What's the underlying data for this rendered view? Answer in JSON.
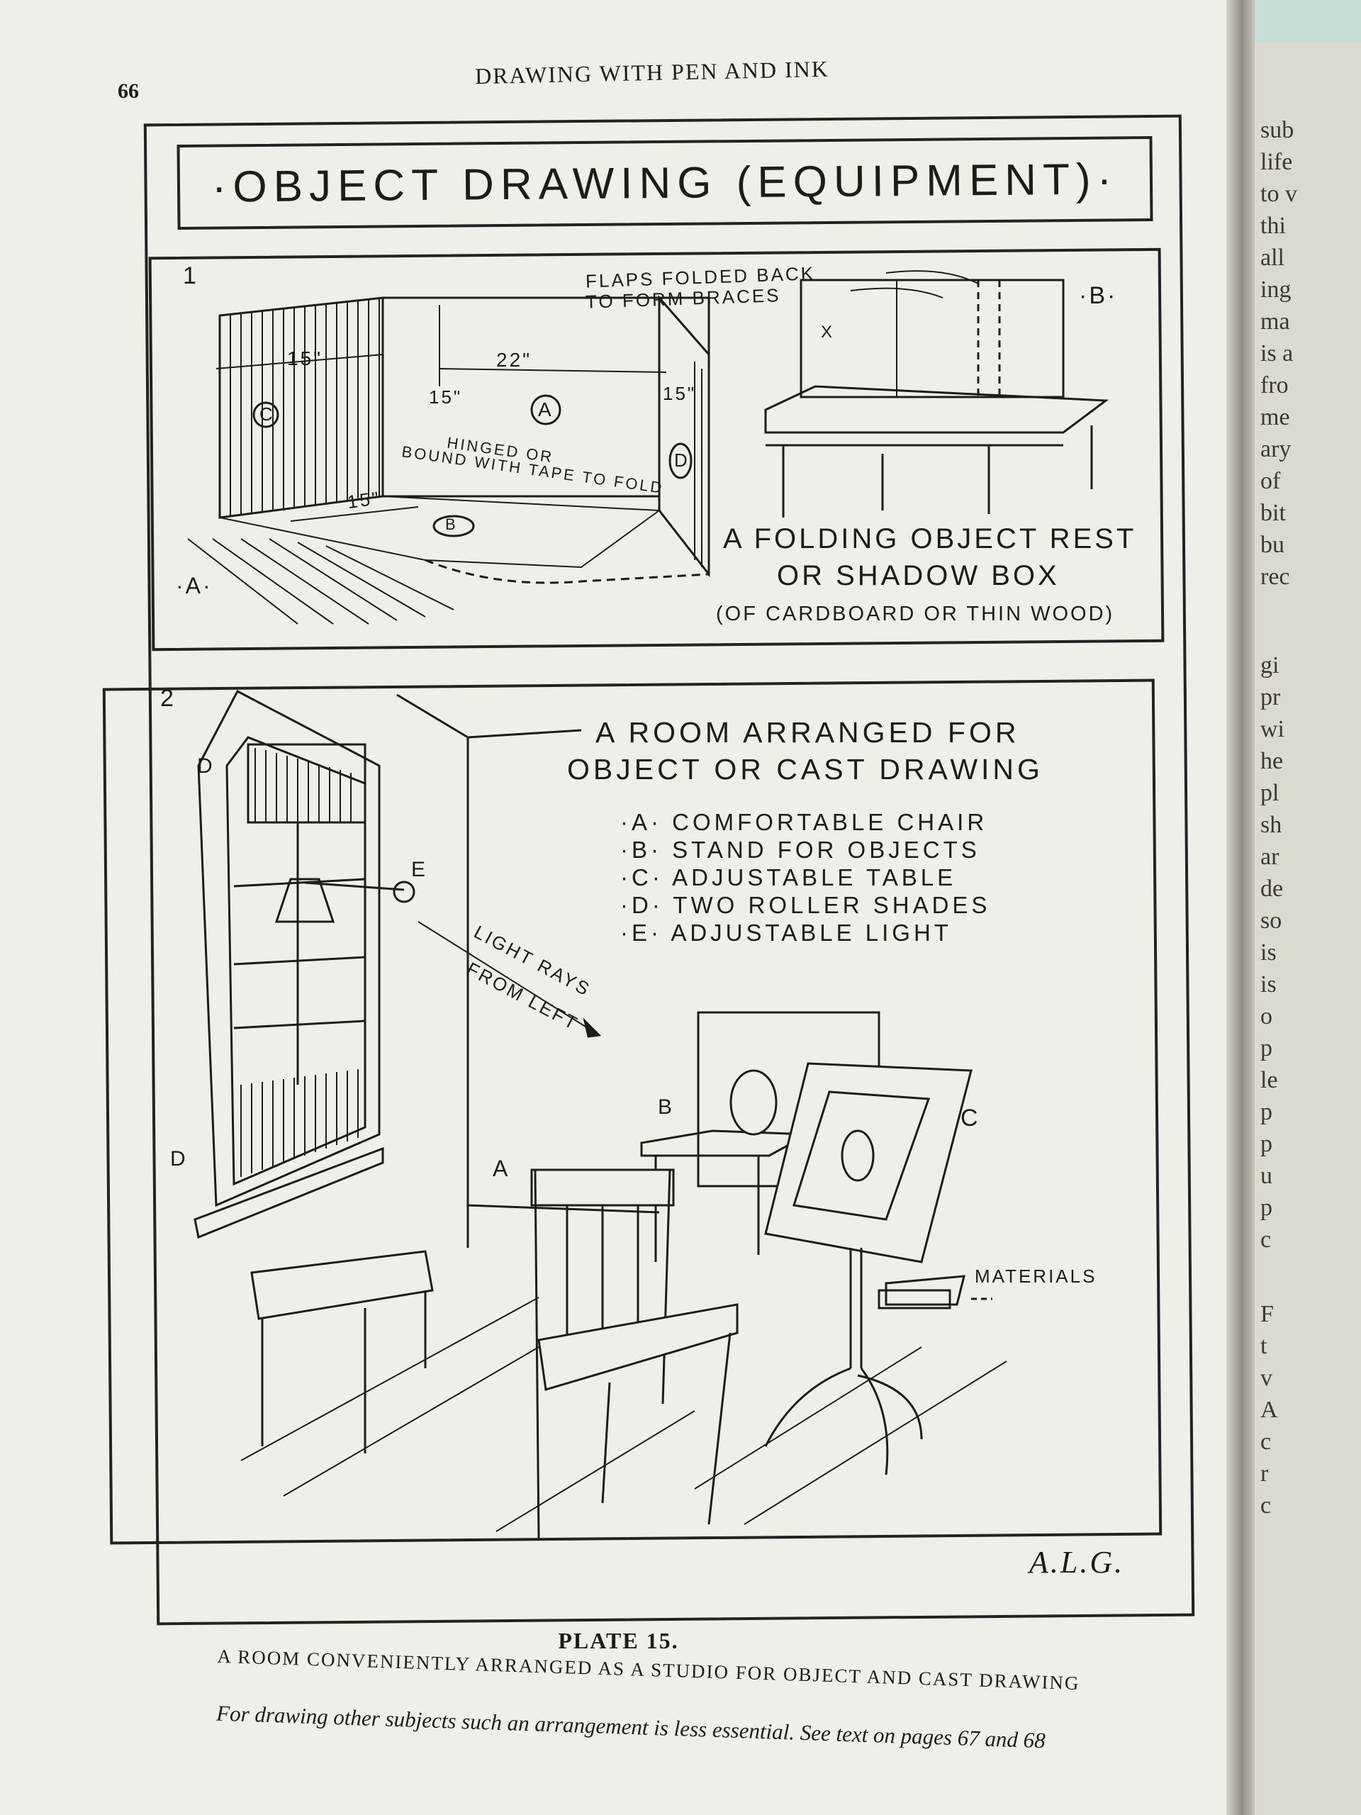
{
  "page": {
    "number": "66",
    "running_head": "DRAWING WITH PEN AND INK"
  },
  "plate": {
    "title": "·OBJECT DRAWING (EQUIPMENT)·",
    "panel1": {
      "number": "1",
      "labels": {
        "flaps": "FLAPS FOLDED BACK",
        "braces": "TO FORM BRACES",
        "b": "·B·",
        "x": "X",
        "dim_15a": "15\"",
        "dim_22": "22\"",
        "dim_15b": "15\"",
        "dim_15c": "15\"",
        "dim_15d": "15\"",
        "c": "C",
        "a": "A",
        "d": "D",
        "hinged1": "HINGED OR",
        "hinged2": "BOUND WITH TAPE TO FOLD",
        "b_floor": "B",
        "a_side": "·A·"
      },
      "caption_line1": "A FOLDING OBJECT REST",
      "caption_line2": "OR SHADOW BOX",
      "caption_line3": "(OF CARDBOARD OR THIN WOOD)"
    },
    "panel2": {
      "number": "2",
      "heading_line1": "A ROOM ARRANGED FOR",
      "heading_line2": "OBJECT OR CAST DRAWING",
      "legend": [
        "·A· COMFORTABLE CHAIR",
        "·B· STAND FOR OBJECTS",
        "·C· ADJUSTABLE TABLE",
        "·D· TWO ROLLER SHADES",
        "·E· ADJUSTABLE LIGHT"
      ],
      "labels": {
        "d_top": "D",
        "d_bottom": "D",
        "e": "E",
        "rays1": "LIGHT RAYS",
        "rays2": "FROM LEFT",
        "b": "B",
        "c": "C",
        "a": "A",
        "materials": "MATERIALS"
      },
      "signature": "A.L.G."
    },
    "plate_number": "PLATE 15.",
    "caption": "A ROOM CONVENIENTLY ARRANGED AS A STUDIO FOR OBJECT AND CAST DRAWING",
    "note": "For drawing other subjects such an arrangement is less essential. See text on pages 67 and 68"
  },
  "facing_page_fragments": [
    "sub",
    "life",
    "to v",
    "thi",
    "all",
    "ing",
    "ma",
    "is a",
    "fro",
    "me",
    "ary",
    "of",
    "bit",
    "bu",
    "rec",
    "gi",
    "pr",
    "wi",
    "he",
    "pl",
    "sh",
    "ar",
    "de",
    "so",
    "is",
    "is",
    "o",
    "p",
    "le",
    "p",
    "p",
    "u",
    "p",
    "c",
    "F",
    "t",
    "v",
    "A",
    "c",
    "r",
    "c"
  ]
}
